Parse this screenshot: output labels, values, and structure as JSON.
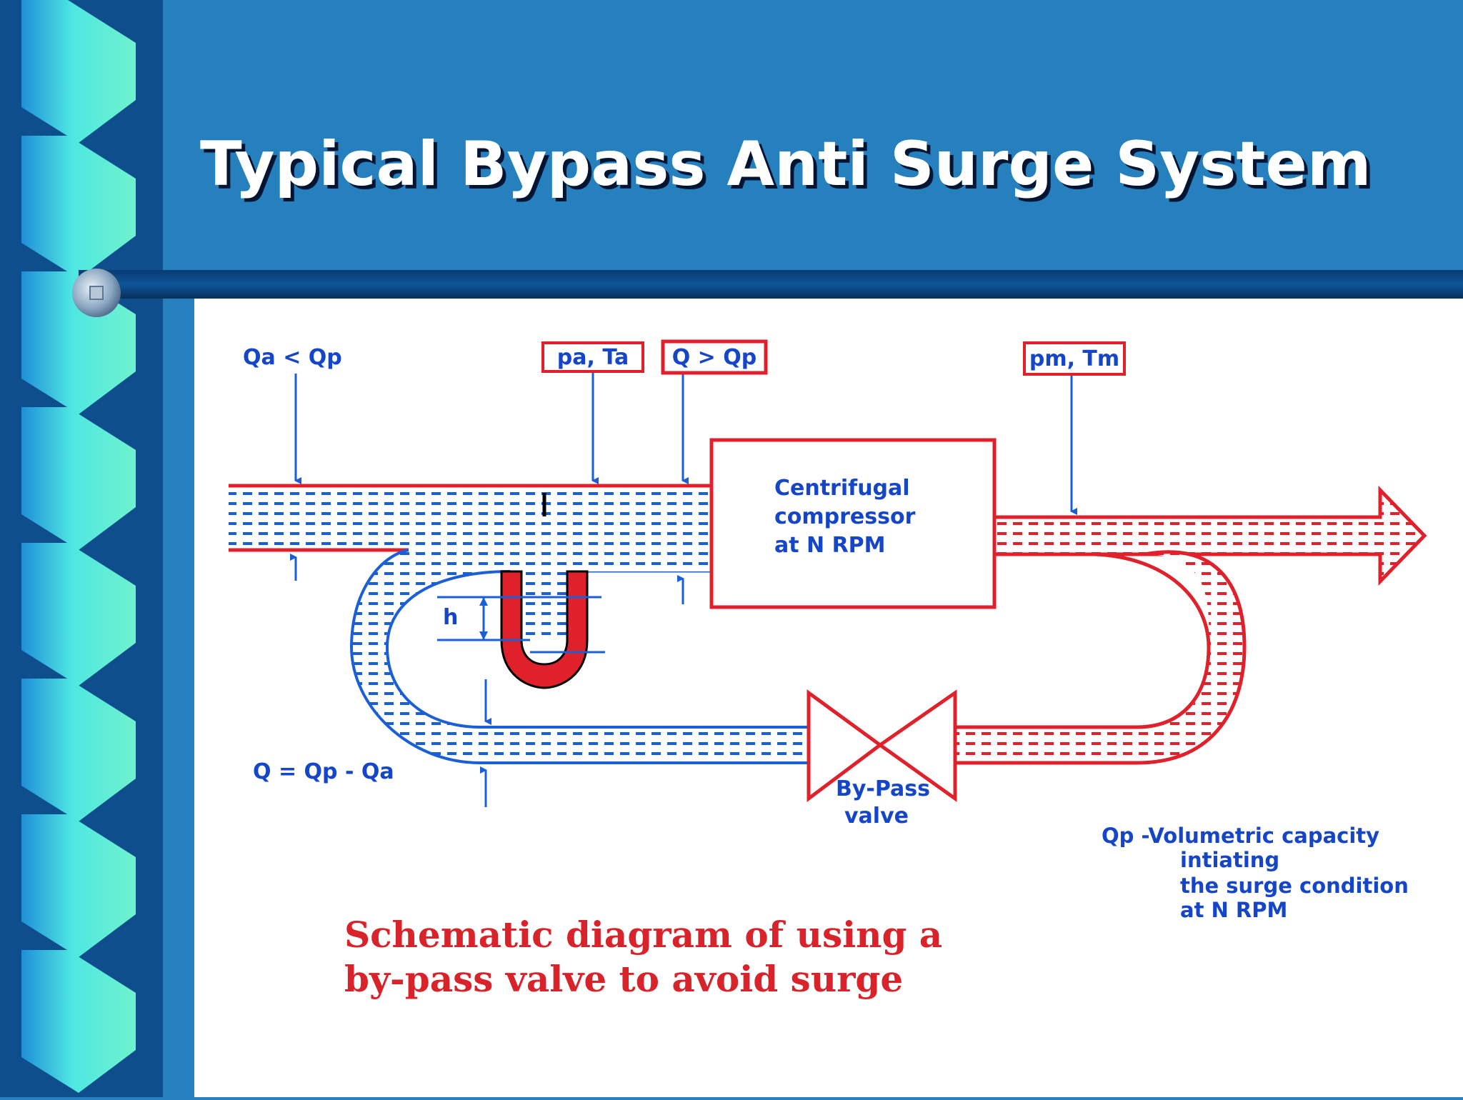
{
  "slide": {
    "title": "Typical Bypass Anti Surge System"
  },
  "diagram": {
    "labels": {
      "qa_lt_qp": "Qa < Qp",
      "pa_ta": "pa, Ta",
      "q_gt_qp": "Q > Qp",
      "pm_tm": "pm, Tm",
      "compressor_line1": "Centrifugal",
      "compressor_line2": "compressor",
      "compressor_line3": "at N RPM",
      "h": "h",
      "q_eq": "Q = Qp - Qa",
      "bypass_line1": "By-Pass",
      "bypass_line2": "valve",
      "qp_def_line1": "Qp  -Volumetric capacity",
      "qp_def_line2": "intiating",
      "qp_def_line3": "the surge condition",
      "qp_def_line4": "at N RPM",
      "caption_line1": "Schematic diagram of using a",
      "caption_line2": "by-pass valve to avoid surge"
    },
    "colors": {
      "background": "#2580bd",
      "panel": "#ffffff",
      "suction_flow": "#1a5fd6",
      "discharge_flow": "#e0202a",
      "label_blue": "#1646c8",
      "caption_red": "#d8232a"
    }
  }
}
